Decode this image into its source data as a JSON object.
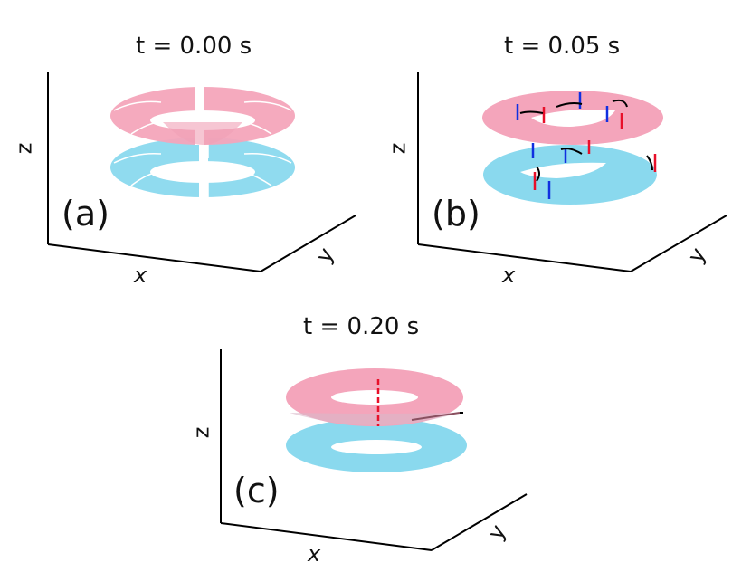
{
  "panels": [
    {
      "title": "t = 0.00 s",
      "label": "(a)",
      "x_axis": "x",
      "y_axis": "y",
      "z_axis": "z"
    },
    {
      "title": "t = 0.05 s",
      "label": "(b)",
      "x_axis": "x",
      "y_axis": "y",
      "z_axis": "z"
    },
    {
      "title": "t = 0.20 s",
      "label": "(c)",
      "x_axis": "x",
      "y_axis": "y",
      "z_axis": "z"
    }
  ],
  "colors": {
    "upper_ring": "#f4a5bb",
    "lower_ring": "#8ad9ee",
    "axis": "#000000",
    "line_red": "#e8102a",
    "line_blue": "#1030e0",
    "line_black": "#000000"
  }
}
